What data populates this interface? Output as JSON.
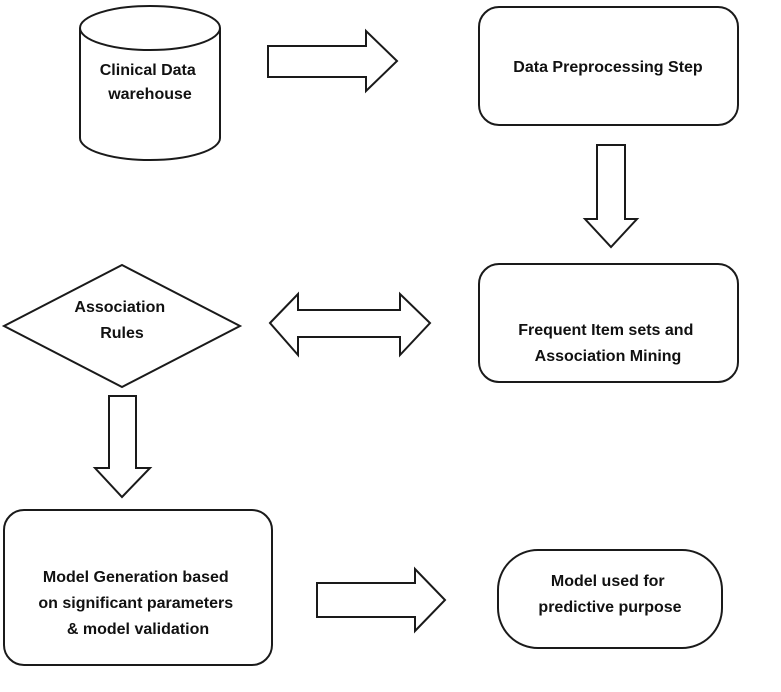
{
  "nodes": {
    "warehouse": {
      "lines": [
        "Clinical Data",
        "warehouse"
      ]
    },
    "preprocessing": {
      "lines": [
        "Data Preprocessing Step"
      ]
    },
    "frequent_itemsets": {
      "lines": [
        "Frequent Item sets and",
        "Association Mining"
      ]
    },
    "association_rules": {
      "lines": [
        "Association",
        "Rules"
      ]
    },
    "model_generation": {
      "lines": [
        "Model Generation based",
        "on significant parameters",
        "& model validation"
      ]
    },
    "model_used": {
      "lines": [
        "Model used for",
        "predictive purpose"
      ]
    }
  }
}
